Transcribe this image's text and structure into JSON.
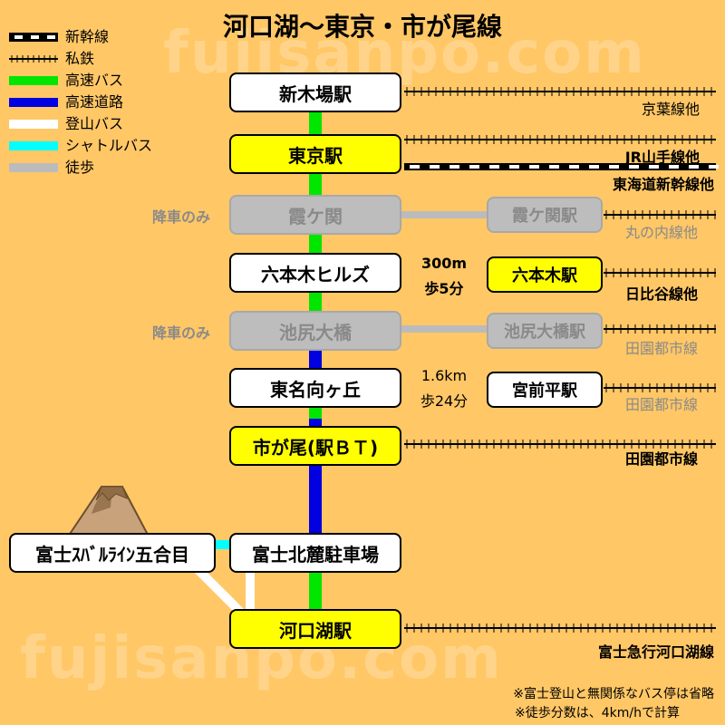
{
  "title": "河口湖～東京・市が尾線",
  "watermark": "fujisanpo.com",
  "colors": {
    "background": "#ffc766",
    "highway_bus": "#00e600",
    "expressway": "#0000e0",
    "mountain_bus": "#ffffff",
    "shuttle_bus": "#00ffff",
    "walk": "#bbbbbb",
    "station_yellow": "#ffff00",
    "station_gray": "#bdbdbd"
  },
  "legend": [
    {
      "type": "shinkansen",
      "label": "新幹線"
    },
    {
      "type": "private",
      "label": "私鉄"
    },
    {
      "type": "highway_bus",
      "label": "高速バス"
    },
    {
      "type": "expressway",
      "label": "高速道路"
    },
    {
      "type": "mountain_bus",
      "label": "登山バス"
    },
    {
      "type": "shuttle_bus",
      "label": "シャトルバス"
    },
    {
      "type": "walk",
      "label": "徒歩"
    }
  ],
  "stops": {
    "shinkiba": "新木場駅",
    "tokyo": "東京駅",
    "kasumigaseki": "霞ケ関",
    "roppongi_hills": "六本木ヒルズ",
    "ikejiri": "池尻大橋",
    "tomei_mukogaoka": "東名向ヶ丘",
    "ichigao": "市が尾(駅ＢＴ)",
    "fuji_hokuroku": "富士北麓駐車場",
    "fuji_subaru": "富士ｽﾊﾞﾙﾗｲﾝ五合目",
    "kawaguchiko": "河口湖駅"
  },
  "side_stations": {
    "kasumigaseki_sta": "霞ケ関駅",
    "roppongi_sta": "六本木駅",
    "ikejiri_sta": "池尻大橋駅",
    "miyamaedaira_sta": "宮前平駅"
  },
  "drop_off_only": "降車のみ",
  "walks": {
    "roppongi_dist": "300m",
    "roppongi_time": "歩5分",
    "miyamae_dist": "1.6km",
    "miyamae_time": "歩24分"
  },
  "lines": {
    "keiyo": "京葉線他",
    "jr_yamanote": "JR山手線他",
    "tokaido_shinkansen": "東海道新幹線他",
    "marunouchi": "丸の内線他",
    "hibiya": "日比谷線他",
    "denentoshi_1": "田園都市線",
    "denentoshi_2": "田園都市線",
    "denentoshi_3": "田園都市線",
    "fujikyu": "富士急行河口湖線"
  },
  "notes": {
    "note1": "※富士登山と無関係なバス停は省略",
    "note2": "※徒歩分数は、4km/hで計算"
  }
}
